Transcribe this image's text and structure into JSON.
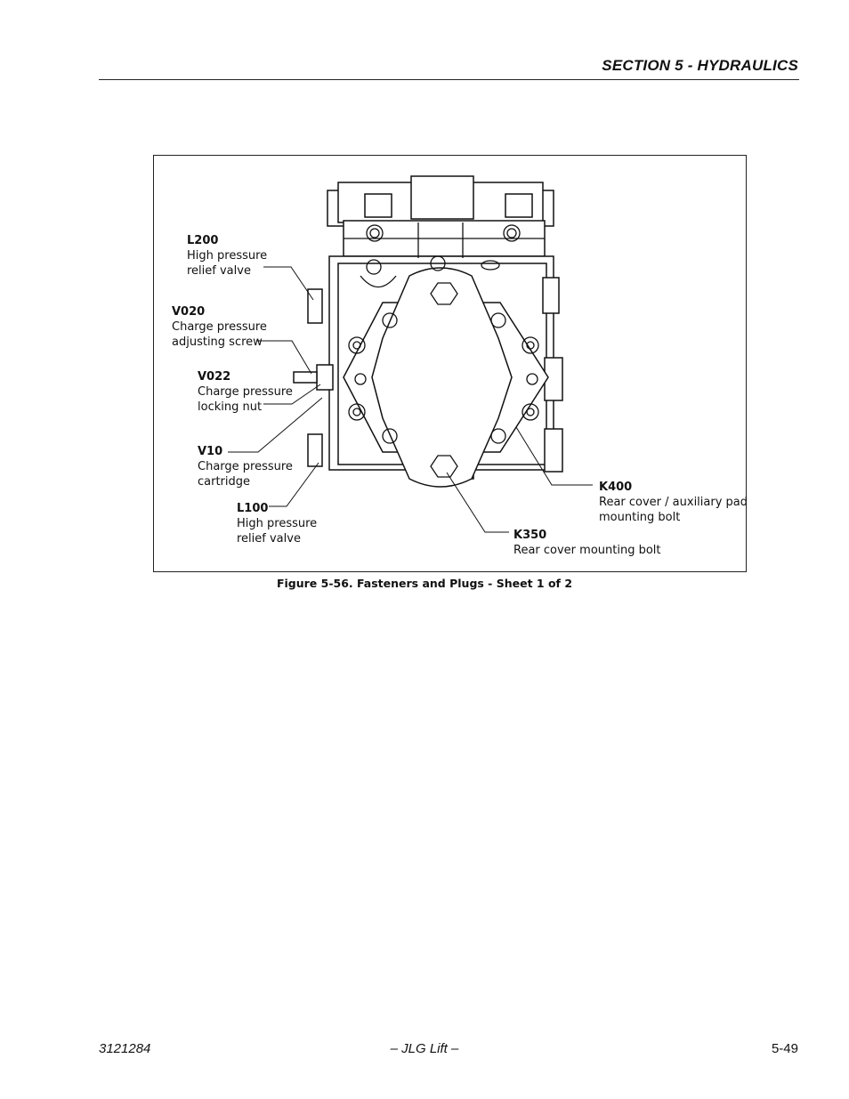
{
  "header": {
    "section_title": "SECTION 5 - HYDRAULICS"
  },
  "figure": {
    "caption": "Figure 5-56.  Fasteners and Plugs - Sheet 1 of 2",
    "callouts": [
      {
        "code": "L200",
        "desc": "High pressure\nrelief valve"
      },
      {
        "code": "V020",
        "desc": "Charge pressure\nadjusting screw"
      },
      {
        "code": "V022",
        "desc": "Charge pressure\nlocking nut"
      },
      {
        "code": "V10",
        "desc": "Charge pressure\ncartridge"
      },
      {
        "code": "L100",
        "desc": "High pressure\nrelief valve"
      },
      {
        "code": "K400",
        "desc": "Rear cover / auxiliary pad\nmounting bolt"
      },
      {
        "code": "K350",
        "desc": "Rear cover mounting bolt"
      }
    ]
  },
  "footer": {
    "doc_number": "3121284",
    "publisher": "– JLG Lift –",
    "page_number": "5-49"
  }
}
